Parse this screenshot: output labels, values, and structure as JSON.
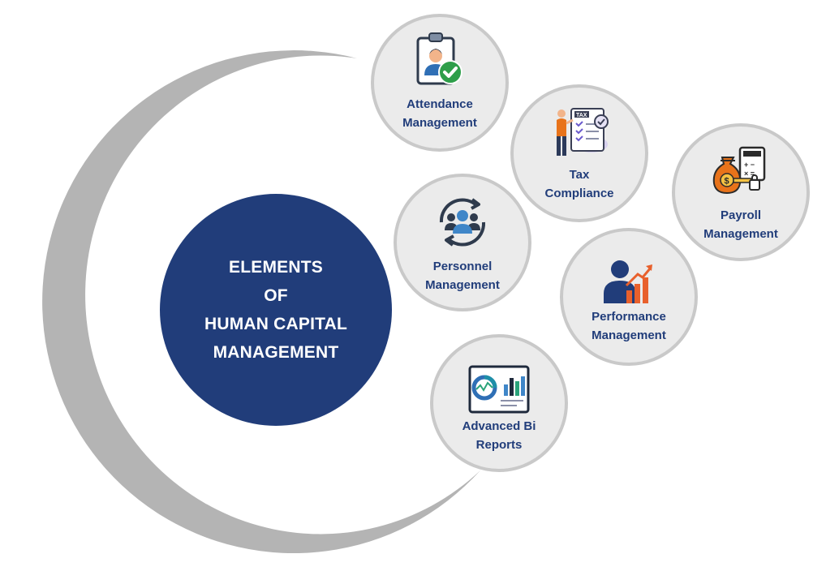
{
  "center": {
    "lines": [
      "ELEMENTS",
      "OF",
      "HUMAN CAPITAL",
      "MANAGEMENT"
    ]
  },
  "colors": {
    "navy": "#213d7a",
    "node_fill": "#ebebeb",
    "node_border": "#c9c9c9",
    "arc": "#b4b4b4",
    "accent_orange": "#e8731a",
    "accent_green": "#2e9e4a"
  },
  "nodes": [
    {
      "id": "attendance",
      "icon": "clipboard-check-icon",
      "lines": [
        "Attendance",
        "Management"
      ]
    },
    {
      "id": "tax",
      "icon": "tax-document-icon",
      "lines": [
        "Tax",
        "Compliance"
      ]
    },
    {
      "id": "payroll",
      "icon": "money-bag-calculator-icon",
      "lines": [
        "Payroll",
        "Management"
      ]
    },
    {
      "id": "personnel",
      "icon": "team-cycle-icon",
      "lines": [
        "Personnel",
        "Management"
      ]
    },
    {
      "id": "performance",
      "icon": "person-growth-chart-icon",
      "lines": [
        "Performance",
        "Management"
      ]
    },
    {
      "id": "reports",
      "icon": "report-dashboard-icon",
      "lines": [
        "Advanced Bi",
        "Reports"
      ]
    }
  ]
}
